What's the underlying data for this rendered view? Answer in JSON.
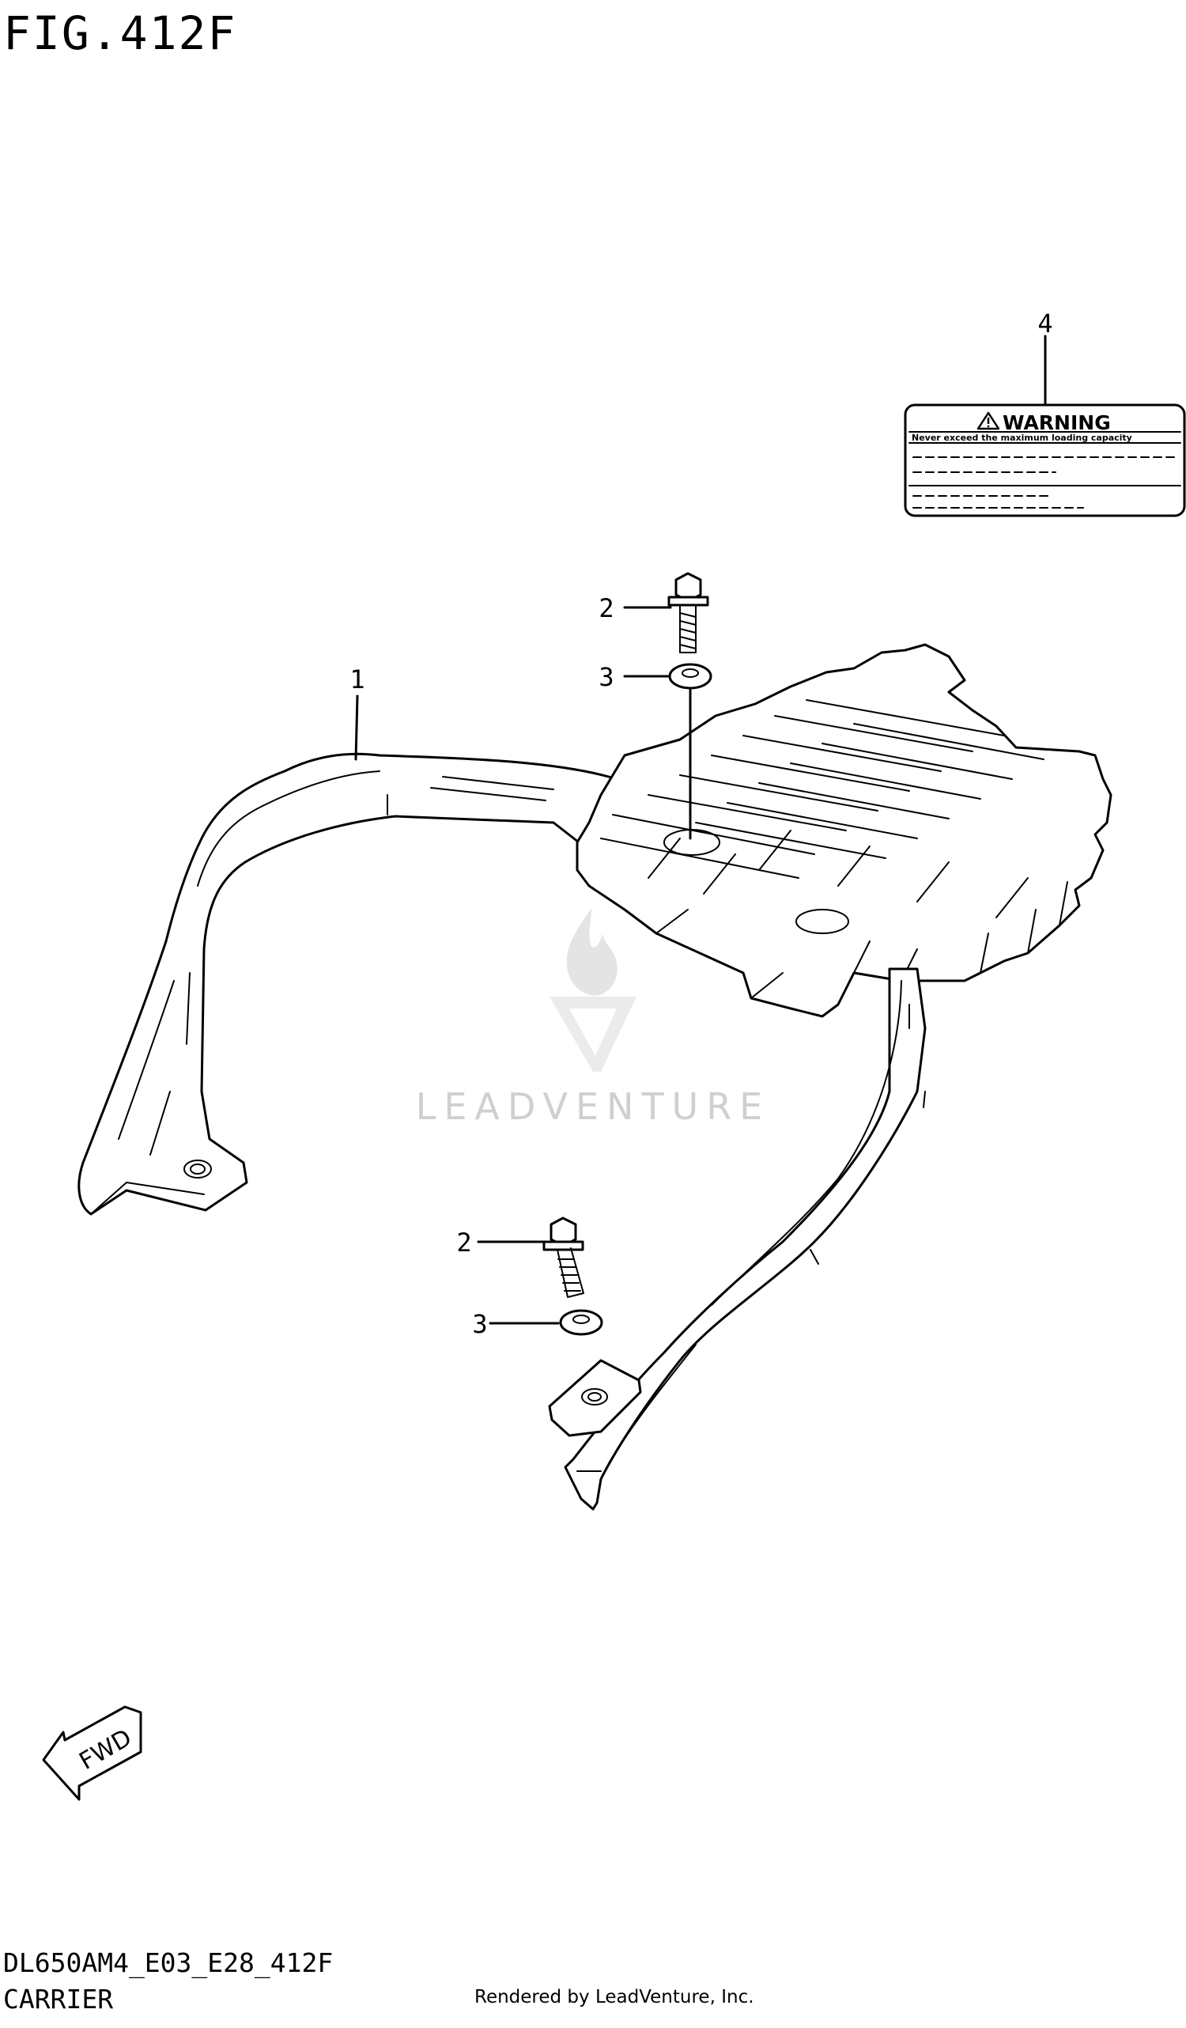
{
  "figure": {
    "title": "FIG.412F",
    "code": "DL650AM4_E03_E28_412F",
    "name": "CARRIER",
    "rendered_by": "Rendered by LeadVenture, Inc."
  },
  "watermark": {
    "text": "LEADVENTURE",
    "icon": "leadventure-logo-icon"
  },
  "callouts": [
    {
      "id": "c1",
      "label": "1"
    },
    {
      "id": "c2a",
      "label": "2"
    },
    {
      "id": "c3a",
      "label": "3"
    },
    {
      "id": "c2b",
      "label": "2"
    },
    {
      "id": "c3b",
      "label": "3"
    },
    {
      "id": "c4",
      "label": "4"
    }
  ],
  "warning_label": {
    "heading": "WARNING",
    "subtitle": "Never exceed the maximum loading capacity",
    "icon": "warning-triangle-icon"
  },
  "fwd_arrow": {
    "text": "FWD",
    "icon": "forward-arrow-icon"
  }
}
